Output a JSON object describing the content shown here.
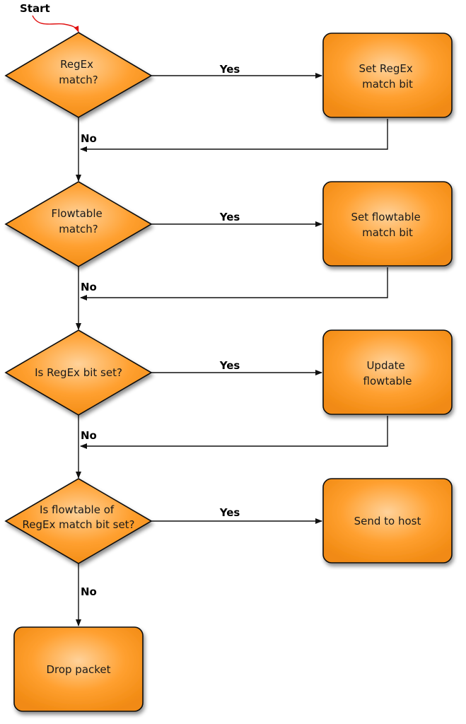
{
  "start": {
    "label": "Start",
    "color": "#e01010"
  },
  "colors": {
    "fill_light": "#ffd29a",
    "fill_mid": "#ffa030",
    "fill_dark": "#f18a12",
    "stroke": "#111111"
  },
  "decisions": [
    {
      "id": "d1",
      "lines": [
        "RegEx",
        "match?"
      ]
    },
    {
      "id": "d2",
      "lines": [
        "Flowtable",
        "match?"
      ]
    },
    {
      "id": "d3",
      "lines": [
        "Is RegEx bit set?"
      ]
    },
    {
      "id": "d4",
      "lines": [
        "Is flowtable of",
        "RegEx match bit set?"
      ]
    }
  ],
  "processes": [
    {
      "id": "p1",
      "lines": [
        "Set RegEx",
        "match bit"
      ]
    },
    {
      "id": "p2",
      "lines": [
        "Set flowtable",
        "match bit"
      ]
    },
    {
      "id": "p3",
      "lines": [
        "Update",
        "flowtable"
      ]
    },
    {
      "id": "p4",
      "lines": [
        "Send to host"
      ]
    },
    {
      "id": "p5",
      "lines": [
        "Drop packet"
      ]
    }
  ],
  "edge_labels": {
    "yes": "Yes",
    "no": "No"
  }
}
